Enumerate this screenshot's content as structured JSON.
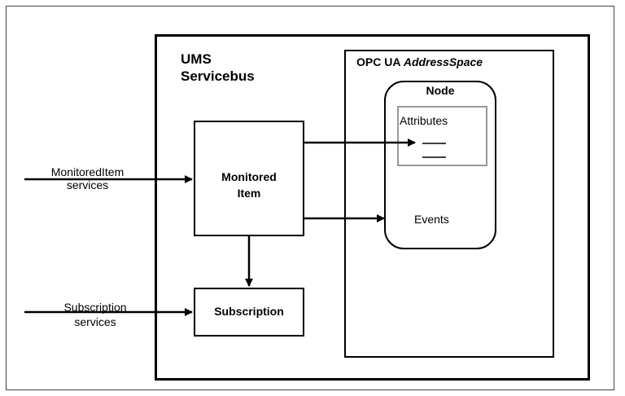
{
  "servicebus": {
    "line1": "UMS",
    "line2": "Servicebus"
  },
  "address_space": {
    "prefix": "OPC UA ",
    "name": "AddressSpace"
  },
  "node": {
    "title": "Node",
    "attributes_label": "Attributes",
    "events_label": "Events"
  },
  "monitored_item": {
    "line1": "Monitored",
    "line2": "Item"
  },
  "subscription": {
    "label": "Subscription"
  },
  "inputs": {
    "monitored_item_services": {
      "line1": "MonitoredItem",
      "line2": "services"
    },
    "subscription_services": {
      "line1": "Subscription",
      "line2": "services"
    }
  }
}
